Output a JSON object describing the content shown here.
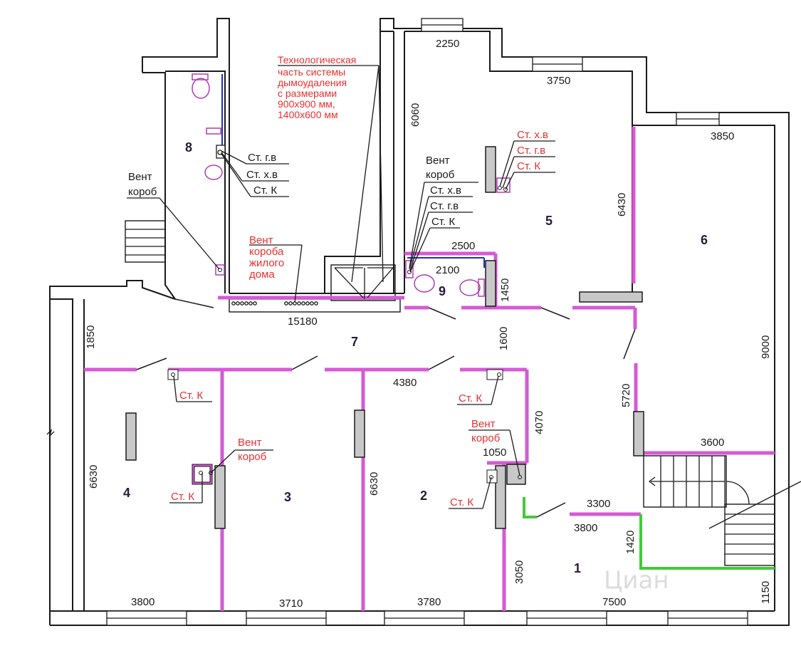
{
  "rooms": {
    "r1": "1",
    "r2": "2",
    "r3": "3",
    "r4": "4",
    "r5": "5",
    "r6": "6",
    "r7": "7",
    "r8": "8",
    "r9": "9"
  },
  "dimensions": {
    "d2250": "2250",
    "d3750": "3750",
    "d3850": "3850",
    "d6060": "6060",
    "d6430": "6430",
    "d2500": "2500",
    "d2100": "2100",
    "d1450": "1450",
    "d15180": "15180",
    "d1850": "1850",
    "d1600": "1600",
    "d9000": "9000",
    "d4380": "4380",
    "d4070": "4070",
    "d5720": "5720",
    "d3600": "3600",
    "d1050": "1050",
    "d6630a": "6630",
    "d6630b": "6630",
    "d3300": "3300",
    "d3800a": "3800",
    "d1420": "1420",
    "d3050": "3050",
    "d1150": "1150",
    "d3800b": "3800",
    "d3710": "3710",
    "d3780": "3780",
    "d7500": "7500"
  },
  "labels": {
    "st_gv": "Ст. г.в",
    "st_hv": "Ст. х.в",
    "st_k": "Ст. К",
    "vent": "Вент",
    "korob": "короб",
    "korob_a": "короба",
    "zhilogo": "жилого",
    "doma": "дома"
  },
  "note_lines": [
    "Технологическая",
    "часть системы",
    "дымоудаления",
    "с размерами",
    "900х900 мм,",
    "1400х600 мм"
  ],
  "watermark": "Циан",
  "colors": {
    "partition": "#d65ad6",
    "green_wall": "#46c83c",
    "note_red": "#e83030"
  }
}
